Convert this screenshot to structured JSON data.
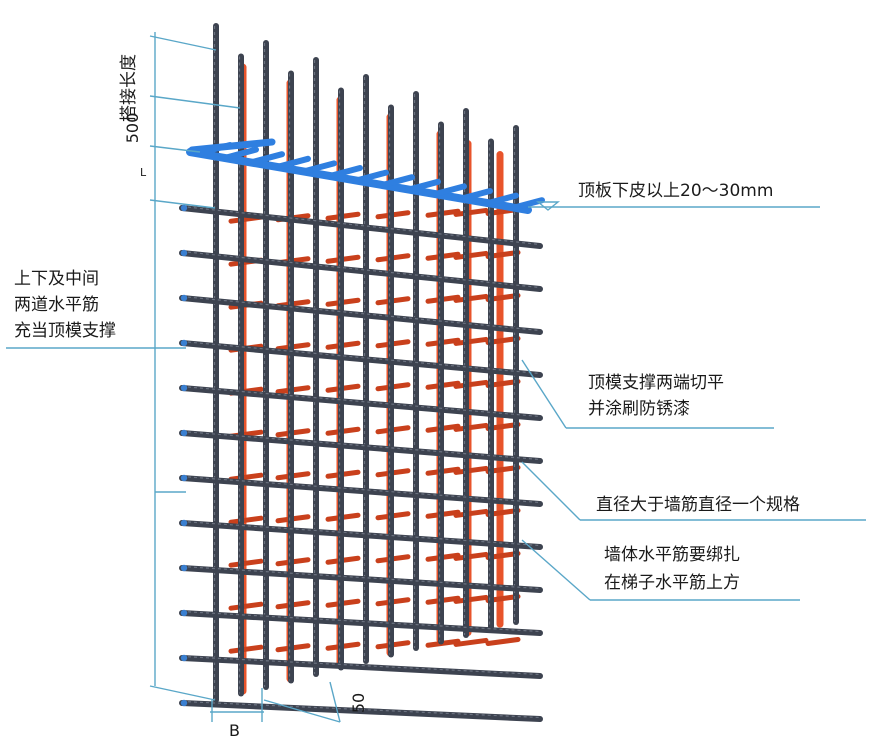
{
  "labels": {
    "lap_length": "搭接长度",
    "dim_500": "500",
    "dim_L": "L",
    "top_slab": "顶板下皮以上20～30mm",
    "support_line1": "上下及中间",
    "support_line2": "两道水平筋",
    "support_line3": "充当顶模支撑",
    "cut_line1": "顶模支撑两端切平",
    "cut_line2": "并涂刷防锈漆",
    "diameter": "直径大于墙筋直径一个规格",
    "bind_line1": "墙体水平筋要绑扎",
    "bind_line2": "在梯子水平筋上方",
    "dim_50": "50",
    "dim_B": "B"
  },
  "colors": {
    "steel": "#3d4350",
    "steel_hi": "#6b7280",
    "ladder": "#e8542b",
    "ladder_dark": "#c9401c",
    "spacer": "#2f7fe0",
    "leader": "#5aa7c8"
  }
}
